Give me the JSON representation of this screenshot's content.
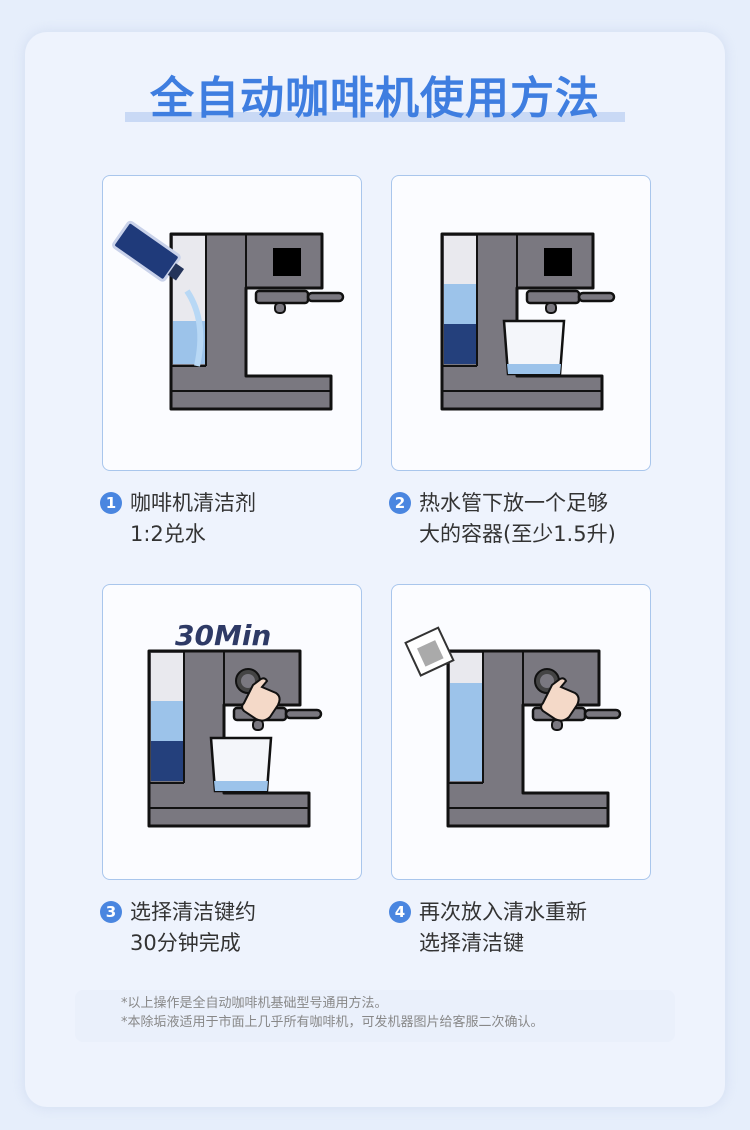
{
  "title": "全自动咖啡机使用方法",
  "steps": [
    {
      "num": "1",
      "line1": "咖啡机清洁剂",
      "line2": "1:2兑水"
    },
    {
      "num": "2",
      "line1": "热水管下放一个足够",
      "line2": "大的容器(至少1.5升)"
    },
    {
      "num": "3",
      "line1": "选择清洁键约",
      "line2": "30分钟完成"
    },
    {
      "num": "4",
      "line1": "再次放入清水重新",
      "line2": "选择清洁键"
    }
  ],
  "timer_label": "30Min",
  "notes": [
    "*以上操作是全自动咖啡机基础型号通用方法。",
    "*本除垢液适用于市面上几乎所有咖啡机，可发机器图片给客服二次确认。"
  ]
}
